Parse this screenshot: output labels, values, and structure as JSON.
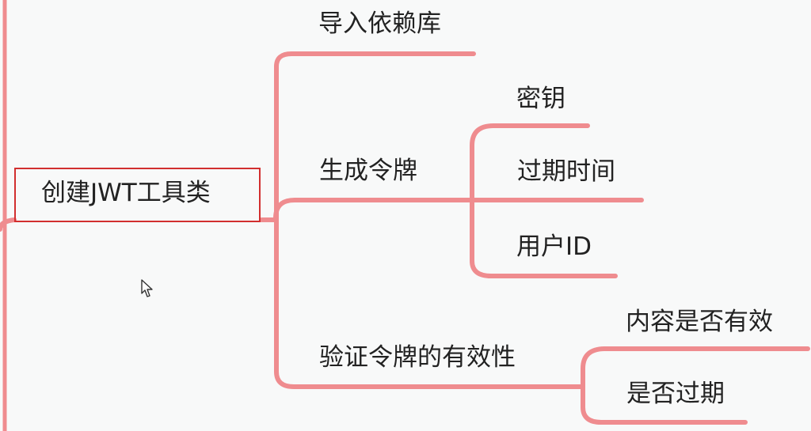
{
  "mindmap": {
    "root": {
      "label": "创建JWT工具类"
    },
    "branches": [
      {
        "label": "导入依赖库"
      },
      {
        "label": "生成令牌",
        "children": [
          "密钥",
          "过期时间",
          "用户ID"
        ]
      },
      {
        "label": "验证令牌的有效性",
        "children": [
          "内容是否有效",
          "是否过期"
        ]
      }
    ]
  },
  "colors": {
    "connector": "#ef8c8f",
    "highlight_box": "#d22f2f",
    "text": "#222222",
    "background": "#f8f9f9"
  },
  "icons": {
    "cursor": "mouse-pointer-icon"
  }
}
